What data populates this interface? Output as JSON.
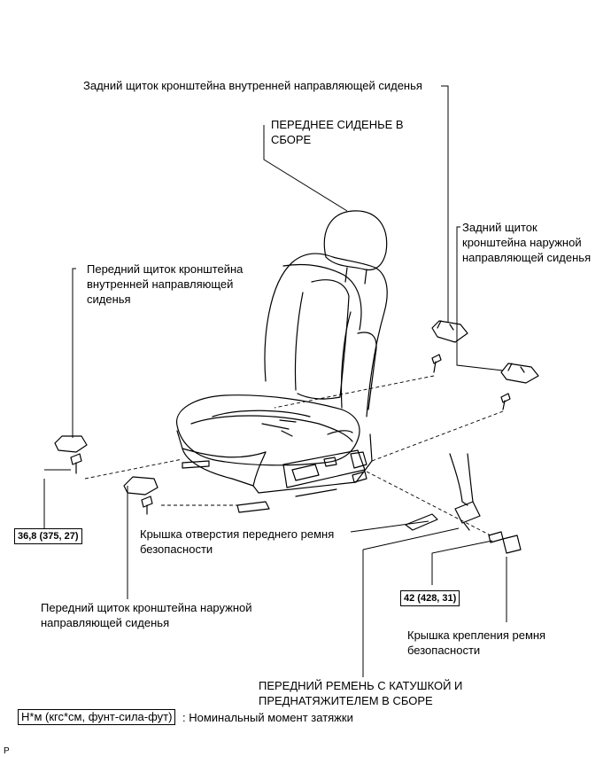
{
  "labels": {
    "rear_inner_cover": "Задний щиток кронштейна внутренней направляющей сиденья",
    "front_seat_assembly": "ПЕРЕДНЕЕ СИДЕНЬЕ В\nСБОРЕ",
    "rear_outer_cover": "Задний щиток\nкронштейна наружной\nнаправляющей сиденья",
    "front_inner_cover": "Передний щиток кронштейна\nвнутренней направляющей\nсиденья",
    "belt_hole_cover": "Крышка отверстия переднего ремня\nбезопасности",
    "front_outer_cover": "Передний щиток кронштейна наружной\nнаправляющей сиденья",
    "belt_anchor_cover": "Крышка крепления ремня\nбезопасности",
    "front_belt_assembly": "ПЕРЕДНИЙ РЕМЕНЬ С КАТУШКОЙ И\nПРЕДНАТЯЖИТЕЛЕМ В СБОРЕ"
  },
  "torque": {
    "seat_bolt": "36,8 (375, 27)",
    "belt_bolt": "42 (428, 31)"
  },
  "legend": {
    "unit": "Н*м (кгс*см, фунт-сила-фут)",
    "description": ": Номинальный момент затяжки"
  },
  "page_code": "P"
}
